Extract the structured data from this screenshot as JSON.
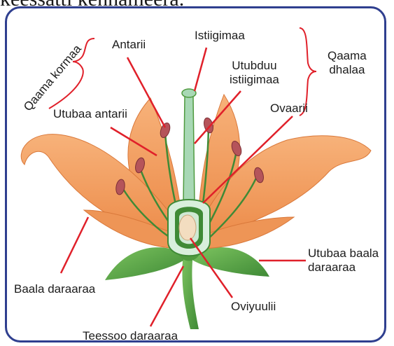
{
  "header_text": "keessatti kennameera.",
  "labels": {
    "qaama_kormaa": "Qaama kormaa",
    "antarii": "Antarii",
    "istiigimaa": "Istiigimaa",
    "utubduu_line1": "Utubduu",
    "utubduu_line2": "istiigimaa",
    "qaama_dhalaa_line1": "Qaama",
    "qaama_dhalaa_line2": "dhalaa",
    "utubaa_antarii": "Utubaa antarii",
    "ovaarii": "Ovaarii",
    "baala_daraaraa": "Baala daraaraa",
    "utubaa_baala_line1": "Utubaa baala",
    "utubaa_baala_line2": "daraaraa",
    "oviyuulii": "Oviyuulii",
    "teessoo_daraaraa": "Teessoo daraaraa"
  },
  "colors": {
    "panel_border": "#2f3f8f",
    "pointer": "#e0202a",
    "bracket": "#e0202a",
    "petal": "#f29a5c",
    "petal_dark": "#d9783a",
    "stem": "#5aa845",
    "anther": "#b5545a",
    "pistil": "#8cc8a0"
  }
}
